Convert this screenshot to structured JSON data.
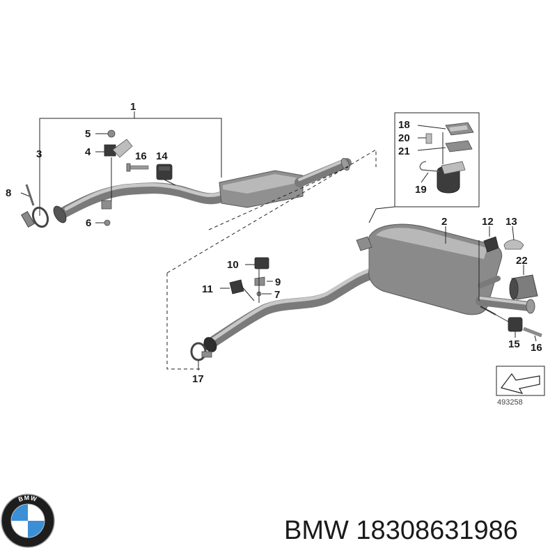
{
  "callouts": {
    "c1": "1",
    "c2": "2",
    "c3": "3",
    "c4": "4",
    "c5": "5",
    "c6": "6",
    "c7": "7",
    "c8": "8",
    "c9": "9",
    "c10": "10",
    "c11": "11",
    "c12": "12",
    "c13": "13",
    "c14": "14",
    "c15": "15",
    "c16a": "16",
    "c16b": "16",
    "c17": "17",
    "c18": "18",
    "c19": "19",
    "c20": "20",
    "c21": "21",
    "c22": "22"
  },
  "diagram_number": "493258",
  "brand": {
    "logo_text": "BMW",
    "caption": "BMW 18308631986",
    "colors": {
      "blue": "#3a8fd6",
      "dark": "#1d1d1d",
      "white": "#ffffff"
    }
  },
  "icons": {
    "direction": "arrow-pointer-icon",
    "logo": "bmw-roundel-logo"
  }
}
